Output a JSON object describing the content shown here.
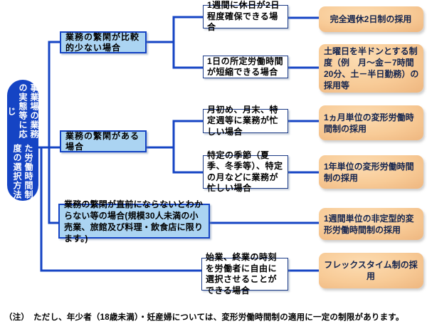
{
  "colors": {
    "line_blue": "#1544c4",
    "branch_fill": "#abd4f2",
    "case_border": "#1b3a86",
    "result_fill": "#f8cb97"
  },
  "root": {
    "label": "事業場の業務の実態等に応じた労働時間制度の選択方法",
    "label_col1": "事業場の業務の実態等に応じ",
    "label_col2": "た労働時間制度の選択方法"
  },
  "branches": [
    {
      "label": "業務の繁閑が比較的少ない場合"
    },
    {
      "label": "業務の繁閑がある場合"
    },
    {
      "label": "業務の繁閑が直前にならないとわからない等の場合(規模30人未満の小売業、旅館及び料理・飲食店に限ります。)"
    }
  ],
  "cases": [
    {
      "label": "1週間に休日が2日程度確保できる場合"
    },
    {
      "label": "1日の所定労働時間が短縮できる場合"
    },
    {
      "label": "月初め、月末、特定週等に業務が忙しい場合"
    },
    {
      "label": "特定の季節（夏季、冬季等）、特定の月などに業務が忙しい場合"
    },
    {
      "label": "始業、終業の時刻を労働者に自由に選択させることができる場合"
    }
  ],
  "results": [
    {
      "label": "完全週休2日制の採用"
    },
    {
      "label": "土曜日を半ドンとする制度（例　月～金－7時間20分、土－半日勤務）の採用等"
    },
    {
      "label": "1ヵ月単位の変形労働時間制の採用"
    },
    {
      "label": "1年単位の変形労働時間制の採用"
    },
    {
      "label": "1週間単位の非定型的変形労働時間制の採用"
    },
    {
      "label": "フレックスタイム制の採用"
    }
  ],
  "note": "（注）　ただし、年少者（18歳未満）・妊産婦については、変形労働時間制の適用に一定の制限があります。"
}
